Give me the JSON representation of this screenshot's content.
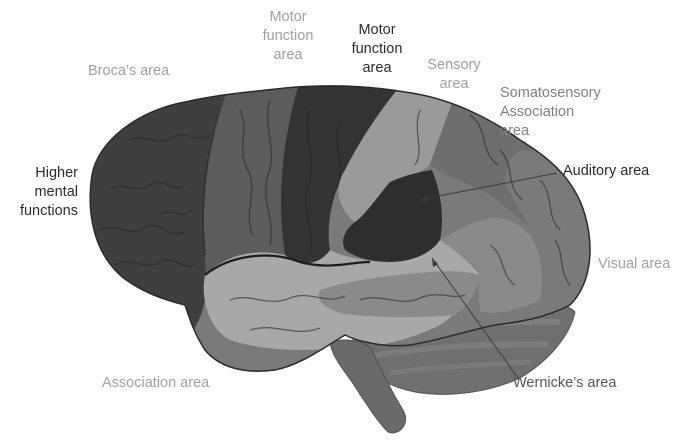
{
  "colors": {
    "label_light": "#a0a0a0",
    "label_mid": "#808080",
    "label_dark": "#2b2b2b",
    "frontal": "#3f3f3f",
    "motor_strip": "#333333",
    "premotor": "#5c5c5c",
    "sensory": "#9a9a9a",
    "somatosensory_assoc": "#6e6e6e",
    "auditory": "#2e2e2e",
    "temporal_light": "#a8a8a8",
    "temporal_band": "#8a8a8a",
    "occipital": "#7a7a7a",
    "cerebellum": "#6f6f6f",
    "brainstem": "#6a6a6a"
  },
  "labels": {
    "motor_function_light": [
      "Motor",
      "function",
      "area"
    ],
    "motor_function_dark": [
      "Motor",
      "function",
      "area"
    ],
    "brocas_area": "Broca’s area",
    "sensory_area": [
      "Sensory",
      "area"
    ],
    "somatosensory_association": [
      "Somatosensory",
      "Association",
      "area"
    ],
    "auditory_area": "Auditory area",
    "higher_mental_functions": [
      "Higher",
      "mental",
      "functions"
    ],
    "visual_area": "Visual area",
    "association_area": "Association area",
    "wernickes_area": "Wernicke’s area"
  }
}
